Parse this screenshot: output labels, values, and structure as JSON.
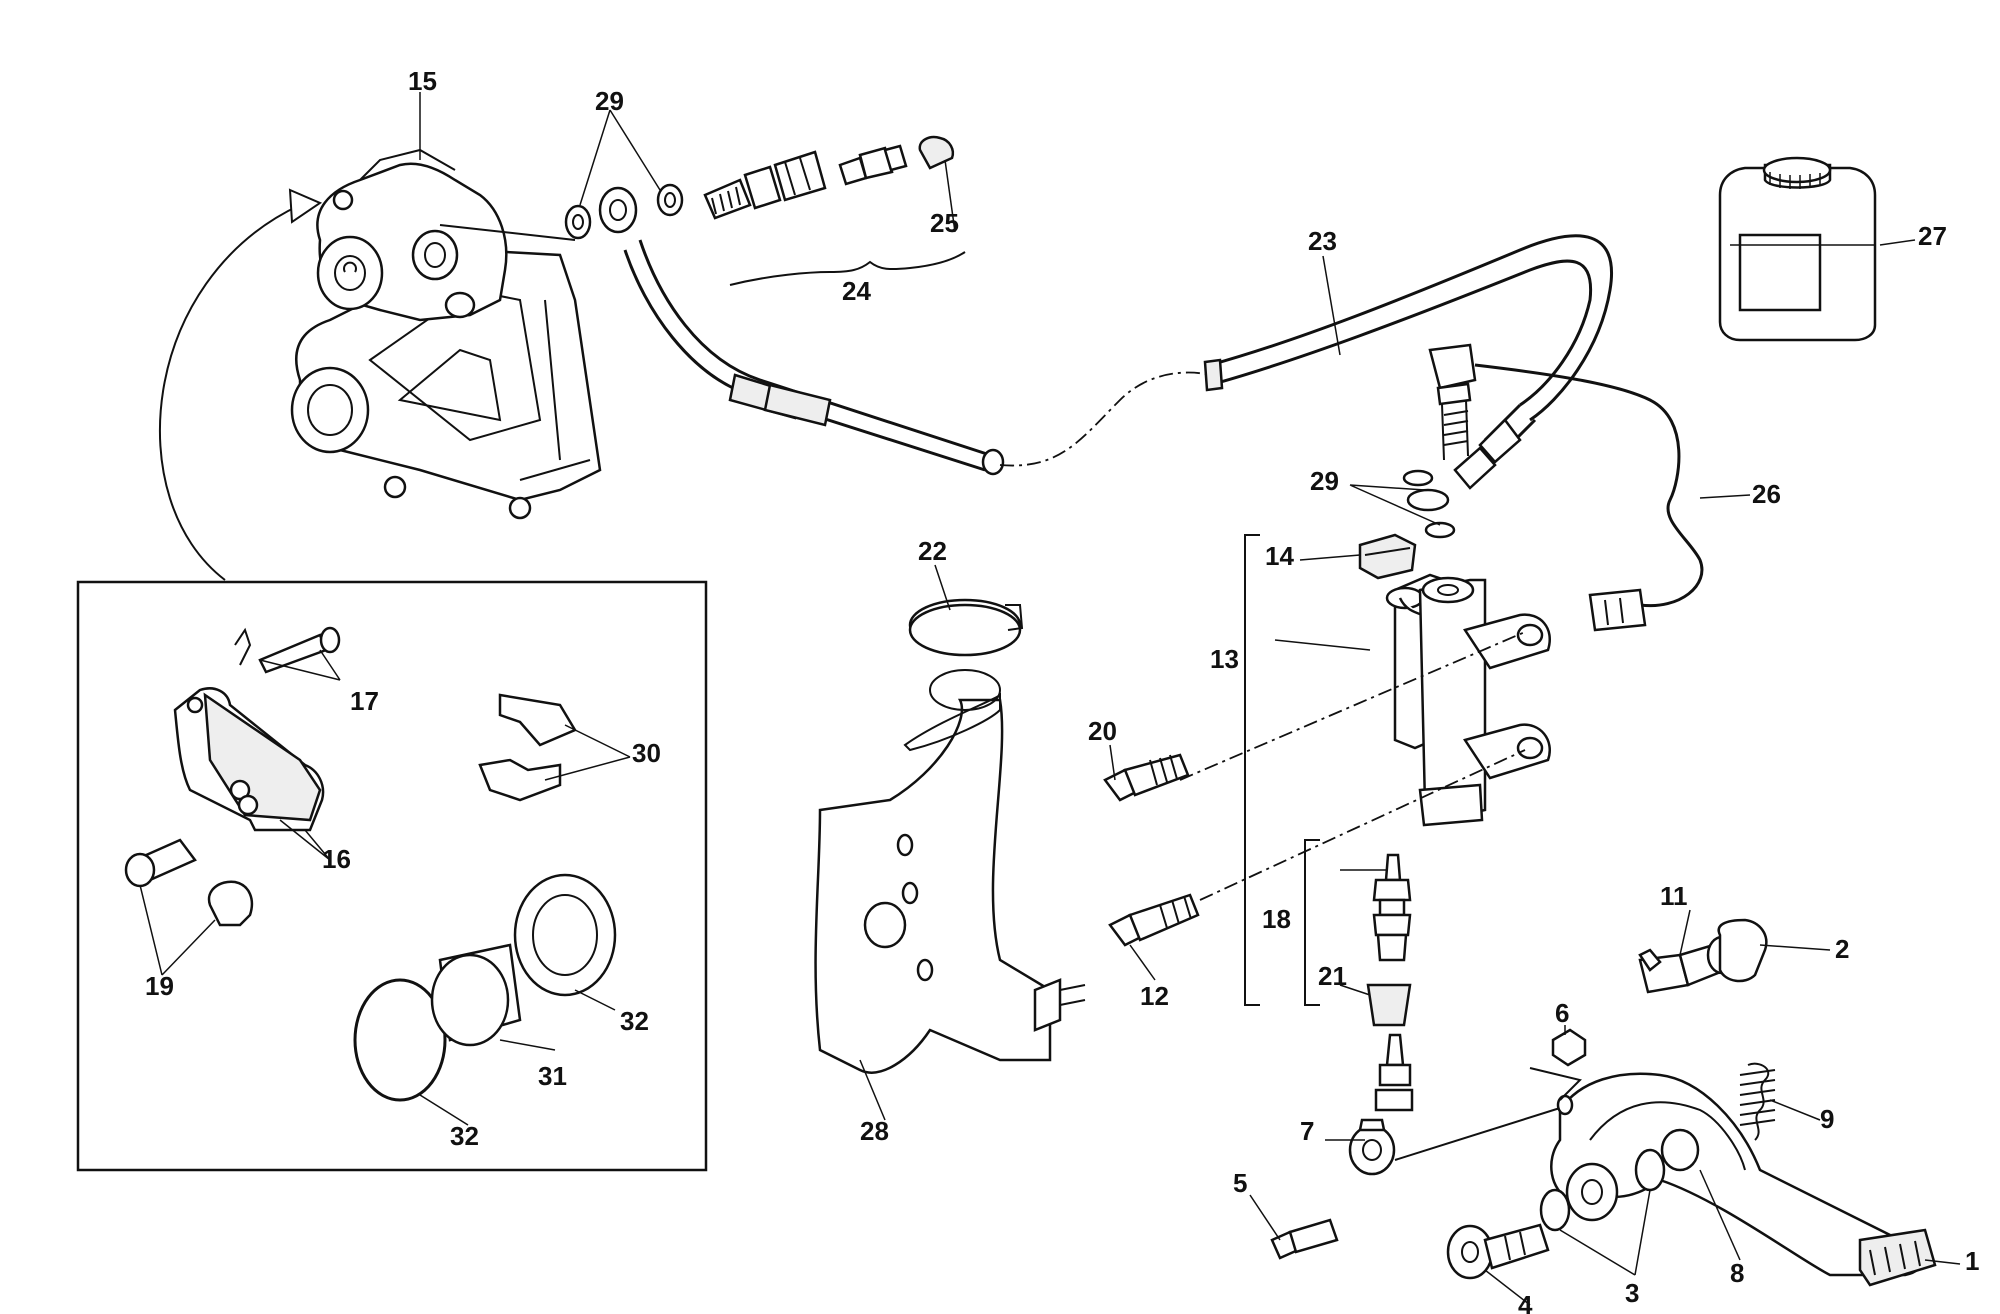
{
  "diagram": {
    "parts": [
      {
        "key": "p1",
        "label": "1"
      },
      {
        "key": "p2",
        "label": "2"
      },
      {
        "key": "p3",
        "label": "3"
      },
      {
        "key": "p4",
        "label": "4"
      },
      {
        "key": "p5",
        "label": "5"
      },
      {
        "key": "p6",
        "label": "6"
      },
      {
        "key": "p7",
        "label": "7"
      },
      {
        "key": "p8",
        "label": "8"
      },
      {
        "key": "p9",
        "label": "9"
      },
      {
        "key": "p11",
        "label": "11"
      },
      {
        "key": "p12",
        "label": "12"
      },
      {
        "key": "p13",
        "label": "13"
      },
      {
        "key": "p14",
        "label": "14"
      },
      {
        "key": "p15",
        "label": "15"
      },
      {
        "key": "p16",
        "label": "16"
      },
      {
        "key": "p17",
        "label": "17"
      },
      {
        "key": "p18",
        "label": "18"
      },
      {
        "key": "p19",
        "label": "19"
      },
      {
        "key": "p20",
        "label": "20"
      },
      {
        "key": "p21",
        "label": "21"
      },
      {
        "key": "p22",
        "label": "22"
      },
      {
        "key": "p23",
        "label": "23"
      },
      {
        "key": "p24",
        "label": "24"
      },
      {
        "key": "p25",
        "label": "25"
      },
      {
        "key": "p26",
        "label": "26"
      },
      {
        "key": "p27",
        "label": "27"
      },
      {
        "key": "p28",
        "label": "28"
      },
      {
        "key": "p29a",
        "label": "29"
      },
      {
        "key": "p29b",
        "label": "29"
      },
      {
        "key": "p30",
        "label": "30"
      },
      {
        "key": "p31",
        "label": "31"
      },
      {
        "key": "p32a",
        "label": "32"
      },
      {
        "key": "p32b",
        "label": "32"
      }
    ]
  }
}
